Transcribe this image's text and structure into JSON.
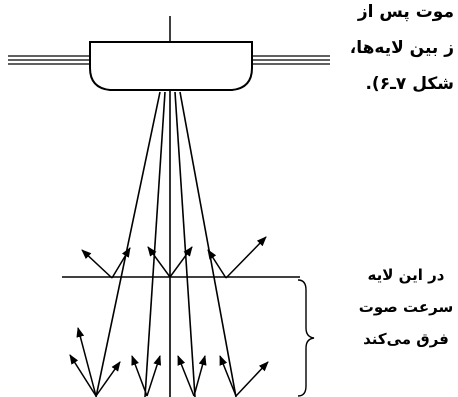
{
  "body_text": {
    "line1": "موت پس از",
    "line2": "ز بین لایه‌ها،",
    "line3": "شکل ۷ـ۶)."
  },
  "layer_label": {
    "line1": "در این لایه",
    "line2": "سرعت صوت",
    "line3": "فرق می‌کند"
  },
  "colors": {
    "ink": "#000000",
    "background": "#ffffff"
  }
}
